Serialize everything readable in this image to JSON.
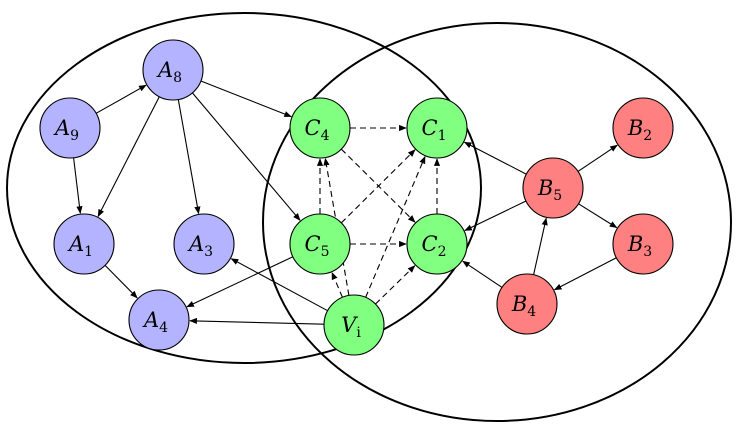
{
  "colors": {
    "group_a": "#b3b3ff",
    "group_c": "#80ff80",
    "group_b": "#ff8080",
    "stroke": "#000000"
  },
  "regions": [
    {
      "id": "left-region"
    },
    {
      "id": "right-region"
    }
  ],
  "nodes": [
    {
      "id": "A9",
      "letter": "A",
      "sub": "9",
      "group": "a"
    },
    {
      "id": "A8",
      "letter": "A",
      "sub": "8",
      "group": "a"
    },
    {
      "id": "A1",
      "letter": "A",
      "sub": "1",
      "group": "a"
    },
    {
      "id": "A3",
      "letter": "A",
      "sub": "3",
      "group": "a"
    },
    {
      "id": "A4",
      "letter": "A",
      "sub": "4",
      "group": "a"
    },
    {
      "id": "C4",
      "letter": "C",
      "sub": "4",
      "group": "c"
    },
    {
      "id": "C1",
      "letter": "C",
      "sub": "1",
      "group": "c"
    },
    {
      "id": "C5",
      "letter": "C",
      "sub": "5",
      "group": "c"
    },
    {
      "id": "C2",
      "letter": "C",
      "sub": "2",
      "group": "c"
    },
    {
      "id": "Vi",
      "letter": "V",
      "sub": "i",
      "group": "c",
      "sub_italic": true
    },
    {
      "id": "B2",
      "letter": "B",
      "sub": "2",
      "group": "b"
    },
    {
      "id": "B5",
      "letter": "B",
      "sub": "5",
      "group": "b"
    },
    {
      "id": "B3",
      "letter": "B",
      "sub": "3",
      "group": "b"
    },
    {
      "id": "B4",
      "letter": "B",
      "sub": "4",
      "group": "b"
    }
  ],
  "edges": [
    {
      "from": "A9",
      "to": "A8",
      "style": "solid"
    },
    {
      "from": "A9",
      "to": "A1",
      "style": "solid"
    },
    {
      "from": "A8",
      "to": "A1",
      "style": "solid"
    },
    {
      "from": "A8",
      "to": "A3",
      "style": "solid"
    },
    {
      "from": "A8",
      "to": "C4",
      "style": "solid"
    },
    {
      "from": "A8",
      "to": "C5",
      "style": "solid"
    },
    {
      "from": "A1",
      "to": "A4",
      "style": "solid"
    },
    {
      "from": "C5",
      "to": "A4",
      "style": "solid"
    },
    {
      "from": "Vi",
      "to": "A4",
      "style": "solid"
    },
    {
      "from": "Vi",
      "to": "A3",
      "style": "solid"
    },
    {
      "from": "C4",
      "to": "C1",
      "style": "dashed"
    },
    {
      "from": "C4",
      "to": "C2",
      "style": "dashed"
    },
    {
      "from": "C5",
      "to": "C4",
      "style": "dashed"
    },
    {
      "from": "C5",
      "to": "C1",
      "style": "dashed"
    },
    {
      "from": "C5",
      "to": "C2",
      "style": "dashed"
    },
    {
      "from": "C2",
      "to": "C1",
      "style": "dashed"
    },
    {
      "from": "Vi",
      "to": "C5",
      "style": "dashed"
    },
    {
      "from": "Vi",
      "to": "C4",
      "style": "dashed"
    },
    {
      "from": "Vi",
      "to": "C1",
      "style": "dashed"
    },
    {
      "from": "Vi",
      "to": "C2",
      "style": "dashed"
    },
    {
      "from": "B5",
      "to": "B2",
      "style": "solid"
    },
    {
      "from": "B5",
      "to": "B3",
      "style": "solid"
    },
    {
      "from": "B5",
      "to": "C1",
      "style": "solid"
    },
    {
      "from": "B5",
      "to": "C2",
      "style": "solid"
    },
    {
      "from": "B3",
      "to": "B4",
      "style": "solid"
    },
    {
      "from": "B4",
      "to": "B5",
      "style": "solid"
    },
    {
      "from": "B4",
      "to": "C2",
      "style": "solid"
    }
  ]
}
